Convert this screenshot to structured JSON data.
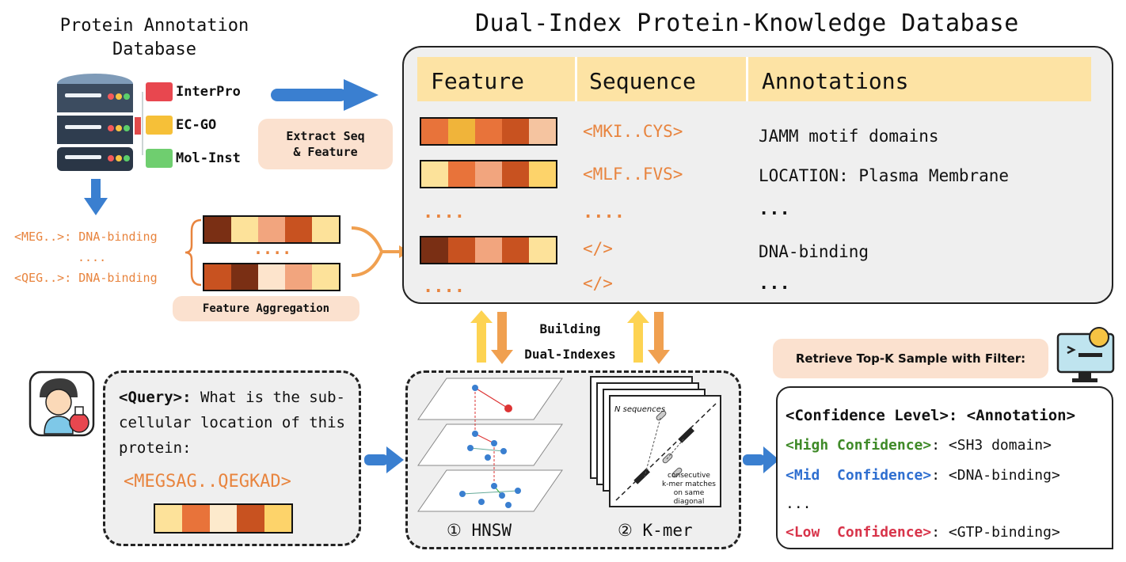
{
  "db_title": "Protein Annotation\nDatabase",
  "main_title": "Dual-Index Protein-Knowledge Database",
  "sources": [
    "InterPro",
    "EC-GO",
    "Mol-Inst"
  ],
  "extract_pill": "Extract Seq\n& Feature",
  "dna_lines": [
    "<MEG..>: DNA-binding",
    "....",
    "<QEG..>: DNA-binding"
  ],
  "agg_dots": "....",
  "feature_aggregation": "Feature Aggregation",
  "table": {
    "headers": [
      "Feature",
      "Sequence",
      "Annotations"
    ],
    "rows": [
      {
        "colors": [
          "#e8733a",
          "#f0b43a",
          "#e8733a",
          "#c85220",
          "#f5c4a0"
        ],
        "seq": "<MKI..CYS>",
        "ann": "JAMM motif domains"
      },
      {
        "colors": [
          "#fce29a",
          "#e8733a",
          "#f2a57e",
          "#c85220",
          "#fdd36a"
        ],
        "seq": "<MLF..FVS>",
        "ann": "LOCATION: Plasma Membrane"
      },
      {
        "dots": "....",
        "seq": "....",
        "ann": "..."
      },
      {
        "colors": [
          "#7a2f14",
          "#c85220",
          "#f2a57e",
          "#c85220",
          "#fde29a"
        ],
        "seq": "</>",
        "ann": "DNA-binding"
      },
      {
        "dots": "....",
        "seq": "</>",
        "ann": "..."
      }
    ]
  },
  "building_label": "Building\nDual-Indexes",
  "query": {
    "prefix": "<Query>:",
    "text": " What is the sub-cellular location of this protein:",
    "sequence": "<MEGSAG..QEGKAD>",
    "colors": [
      "#fde29a",
      "#e8733a",
      "#fdeacc",
      "#c85220",
      "#fdd36a"
    ]
  },
  "index_labels": [
    "① HNSW",
    "② K-mer"
  ],
  "kmer_figure": {
    "n_sequences": "N sequences",
    "annotation": "consecutive\nk-mer matches\non same diagonal"
  },
  "retrieve_pill": "Retrieve Top-K Sample with Filter:",
  "results": {
    "header": "<Confidence Level>: <Annotation>",
    "lines": [
      {
        "level": "<High Confidence>",
        "ann": ": <SH3 domain>",
        "color": "#3f8a28"
      },
      {
        "level": "<Mid  Confidence>",
        "ann": ": <DNA-binding>",
        "color": "#2f6fd0"
      },
      {
        "level": "...",
        "ann": "",
        "color": "#111111"
      },
      {
        "level": "<Low  Confidence>",
        "ann": ": <GTP-binding>",
        "color": "#d8344a"
      }
    ]
  },
  "colors": {
    "accent_orange": "#e8843e",
    "arrow_blue": "#3a7fd0",
    "arrow_yellow": "#fdd352",
    "arrow_orange": "#f0a050",
    "header_fill": "#fde3a4",
    "pill_fill": "#fbe1cf"
  }
}
